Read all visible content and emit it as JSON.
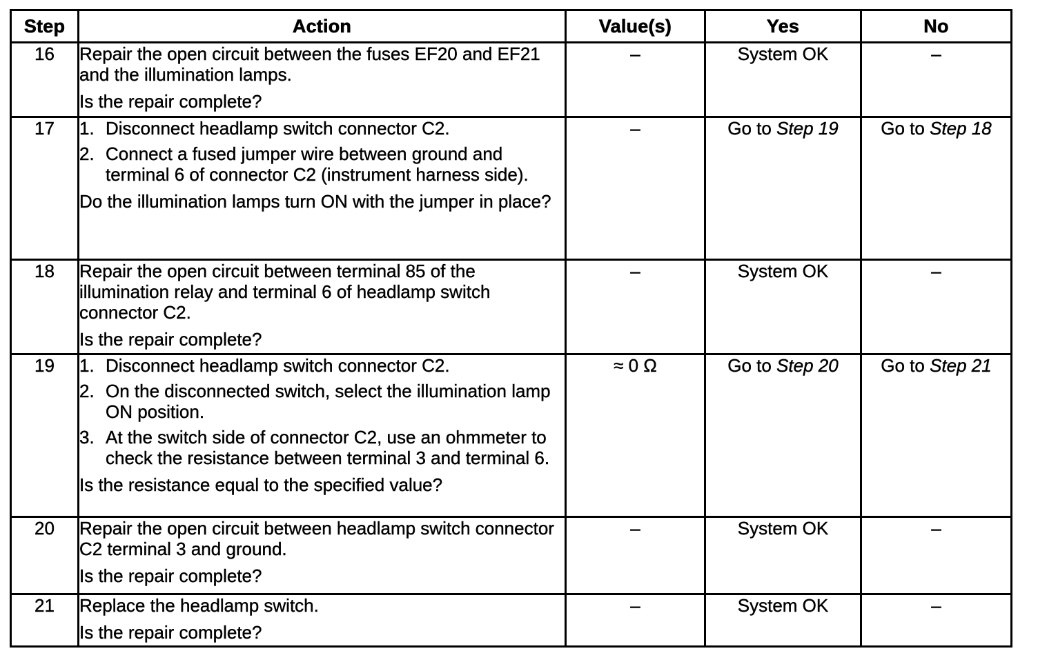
{
  "table": {
    "headers": {
      "step": "Step",
      "action": "Action",
      "values": "Value(s)",
      "yes": "Yes",
      "no": "No"
    },
    "rows": [
      {
        "step": "16",
        "action": {
          "paragraphs": [
            "Repair the open circuit between the fuses EF20 and EF21 and the illumination lamps."
          ],
          "question": "Is the repair complete?"
        },
        "values": [
          {
            "t": "–"
          }
        ],
        "yes": [
          {
            "t": "System OK"
          }
        ],
        "no": [
          {
            "t": "–"
          }
        ]
      },
      {
        "step": "17",
        "action": {
          "list": [
            "Disconnect headlamp switch connector C2.",
            "Connect a fused jumper wire between ground and terminal 6 of connector C2 (instrument harness side)."
          ],
          "question": "Do the illumination lamps turn ON with the jumper in place?"
        },
        "values": [
          {
            "t": "–"
          }
        ],
        "yes": [
          {
            "t": "Go to "
          },
          {
            "t": "Step 19",
            "i": true
          }
        ],
        "no": [
          {
            "t": "Go to "
          },
          {
            "t": "Step 18",
            "i": true
          }
        ]
      },
      {
        "step": "18",
        "action": {
          "paragraphs": [
            "Repair the open circuit between terminal 85 of the illumination relay and terminal 6 of headlamp switch connector C2."
          ],
          "question": "Is the repair complete?"
        },
        "values": [
          {
            "t": "–"
          }
        ],
        "yes": [
          {
            "t": "System OK"
          }
        ],
        "no": [
          {
            "t": "–"
          }
        ]
      },
      {
        "step": "19",
        "action": {
          "list": [
            "Disconnect headlamp switch connector C2.",
            "On the disconnected switch, select the illumination lamp ON position.",
            "At the switch side of connector C2, use an ohmmeter to check the resistance between terminal 3 and terminal 6."
          ],
          "question": "Is the resistance equal to the specified value?"
        },
        "values": [
          {
            "t": "≈ 0 Ω"
          }
        ],
        "yes": [
          {
            "t": "Go to "
          },
          {
            "t": "Step 20",
            "i": true
          }
        ],
        "no": [
          {
            "t": "Go to "
          },
          {
            "t": "Step 21",
            "i": true
          }
        ]
      },
      {
        "step": "20",
        "action": {
          "paragraphs": [
            "Repair the open circuit between headlamp switch connector C2 terminal 3 and ground."
          ],
          "question": "Is the repair complete?"
        },
        "values": [
          {
            "t": "–"
          }
        ],
        "yes": [
          {
            "t": "System OK"
          }
        ],
        "no": [
          {
            "t": "–"
          }
        ]
      },
      {
        "step": "21",
        "action": {
          "paragraphs": [
            "Replace the headlamp switch."
          ],
          "question": "Is the repair complete?"
        },
        "values": [
          {
            "t": "–"
          }
        ],
        "yes": [
          {
            "t": "System OK"
          }
        ],
        "no": [
          {
            "t": "–"
          }
        ]
      }
    ]
  }
}
